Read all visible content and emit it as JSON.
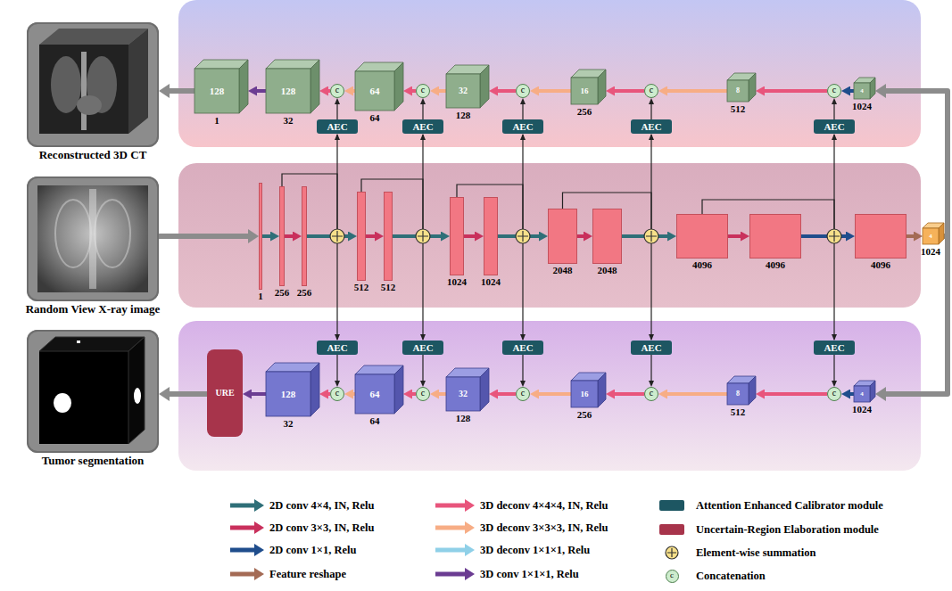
{
  "diagram": {
    "nodes": [
      {
        "text": [
          "Reconstructed 3D CT"
        ]
      },
      {
        "text": [
          "Random View X-ray image"
        ]
      },
      {
        "text": [
          "Tumor segmentation"
        ]
      },
      {
        "text": [
          "128",
          "1"
        ]
      },
      {
        "text": [
          "128",
          "32"
        ]
      },
      {
        "text": [
          "c"
        ]
      },
      {
        "text": [
          "64",
          "64"
        ]
      },
      {
        "text": [
          "c"
        ]
      },
      {
        "text": [
          "32",
          "128"
        ]
      },
      {
        "text": [
          "c"
        ]
      },
      {
        "text": [
          "16",
          "256"
        ]
      },
      {
        "text": [
          "c"
        ]
      },
      {
        "text": [
          "8",
          "512"
        ]
      },
      {
        "text": [
          "c"
        ]
      },
      {
        "text": [
          "4",
          "1024"
        ]
      },
      {
        "text": [
          "AEC"
        ]
      },
      {
        "text": [
          "AEC"
        ]
      },
      {
        "text": [
          "AEC"
        ]
      },
      {
        "text": [
          "AEC"
        ]
      },
      {
        "text": [
          "AEC"
        ]
      },
      {
        "text": [
          "1"
        ]
      },
      {
        "text": [
          "256"
        ]
      },
      {
        "text": [
          "256"
        ]
      },
      {
        "text": [
          "512"
        ]
      },
      {
        "text": [
          "512"
        ]
      },
      {
        "text": [
          "1024"
        ]
      },
      {
        "text": [
          "1024"
        ]
      },
      {
        "text": [
          "2048"
        ]
      },
      {
        "text": [
          "2048"
        ]
      },
      {
        "text": [
          "4096"
        ]
      },
      {
        "text": [
          "4096"
        ]
      },
      {
        "text": [
          "4096"
        ]
      },
      {
        "text": [
          "4",
          "1024"
        ]
      },
      {
        "text": [
          "AEC"
        ]
      },
      {
        "text": [
          "AEC"
        ]
      },
      {
        "text": [
          "AEC"
        ]
      },
      {
        "text": [
          "AEC"
        ]
      },
      {
        "text": [
          "AEC"
        ]
      },
      {
        "text": [
          "URE"
        ]
      },
      {
        "text": [
          "128",
          "32"
        ]
      },
      {
        "text": [
          "c"
        ]
      },
      {
        "text": [
          "64",
          "64"
        ]
      },
      {
        "text": [
          "c"
        ]
      },
      {
        "text": [
          "32",
          "128"
        ]
      },
      {
        "text": [
          "c"
        ]
      },
      {
        "text": [
          "16",
          "256"
        ]
      },
      {
        "text": [
          "c"
        ]
      },
      {
        "text": [
          "8",
          "512"
        ]
      },
      {
        "text": [
          "c"
        ]
      },
      {
        "text": [
          "4",
          "1024"
        ]
      }
    ],
    "edges": [
      {
        "from": 1,
        "to": 20,
        "arrow": "to"
      },
      {
        "from": 20,
        "to": 21,
        "arrow": "to"
      },
      {
        "from": 21,
        "to": 22,
        "arrow": "to"
      },
      {
        "from": 22,
        "to": 23,
        "arrow": "to"
      },
      {
        "from": 23,
        "to": 24,
        "arrow": "to"
      },
      {
        "from": 24,
        "to": 25,
        "arrow": "to"
      },
      {
        "from": 25,
        "to": 26,
        "arrow": "to"
      },
      {
        "from": 26,
        "to": 27,
        "arrow": "to"
      },
      {
        "from": 27,
        "to": 28,
        "arrow": "to"
      },
      {
        "from": 28,
        "to": 29,
        "arrow": "to"
      },
      {
        "from": 29,
        "to": 30,
        "arrow": "to"
      },
      {
        "from": 30,
        "to": 31,
        "arrow": "to"
      },
      {
        "from": 31,
        "to": 32,
        "arrow": "to"
      },
      {
        "from": 32,
        "to": 14,
        "arrow": "to"
      },
      {
        "from": 32,
        "to": 49,
        "arrow": "to"
      },
      {
        "from": 14,
        "to": 13,
        "arrow": "to"
      },
      {
        "from": 13,
        "to": 12,
        "arrow": "to"
      },
      {
        "from": 12,
        "to": 11,
        "arrow": "to"
      },
      {
        "from": 11,
        "to": 10,
        "arrow": "to"
      },
      {
        "from": 10,
        "to": 9,
        "arrow": "to"
      },
      {
        "from": 9,
        "to": 8,
        "arrow": "to"
      },
      {
        "from": 8,
        "to": 7,
        "arrow": "to"
      },
      {
        "from": 7,
        "to": 6,
        "arrow": "to"
      },
      {
        "from": 6,
        "to": 5,
        "arrow": "to"
      },
      {
        "from": 5,
        "to": 4,
        "arrow": "to"
      },
      {
        "from": 4,
        "to": 3,
        "arrow": "to"
      },
      {
        "from": 3,
        "to": 0,
        "arrow": "to"
      },
      {
        "from": 15,
        "to": 5,
        "arrow": "to"
      },
      {
        "from": 16,
        "to": 7,
        "arrow": "to"
      },
      {
        "from": 17,
        "to": 9,
        "arrow": "to"
      },
      {
        "from": 18,
        "to": 11,
        "arrow": "to"
      },
      {
        "from": 19,
        "to": 13,
        "arrow": "to"
      },
      {
        "from": 33,
        "to": 40,
        "arrow": "to"
      },
      {
        "from": 34,
        "to": 42,
        "arrow": "to"
      },
      {
        "from": 35,
        "to": 44,
        "arrow": "to"
      },
      {
        "from": 36,
        "to": 46,
        "arrow": "to"
      },
      {
        "from": 37,
        "to": 48,
        "arrow": "to"
      },
      {
        "from": 49,
        "to": 48,
        "arrow": "to"
      },
      {
        "from": 48,
        "to": 47,
        "arrow": "to"
      },
      {
        "from": 47,
        "to": 46,
        "arrow": "to"
      },
      {
        "from": 46,
        "to": 45,
        "arrow": "to"
      },
      {
        "from": 45,
        "to": 44,
        "arrow": "to"
      },
      {
        "from": 44,
        "to": 43,
        "arrow": "to"
      },
      {
        "from": 43,
        "to": 42,
        "arrow": "to"
      },
      {
        "from": 42,
        "to": 41,
        "arrow": "to"
      },
      {
        "from": 41,
        "to": 40,
        "arrow": "to"
      },
      {
        "from": 40,
        "to": 39,
        "arrow": "to"
      },
      {
        "from": 39,
        "to": 38,
        "arrow": "to"
      },
      {
        "from": 38,
        "to": 2,
        "arrow": "to"
      }
    ],
    "labels": [
      "c"
    ],
    "legend": [
      {
        "text": "2D conv 4×4, IN, Relu",
        "color": "#2f6f78"
      },
      {
        "text": "2D conv 3×3, IN, Relu",
        "color": "#c9305c"
      },
      {
        "text": "2D conv 1×1, Relu",
        "color": "#1f4d8c"
      },
      {
        "text": "Feature reshape",
        "color": "#a46b55"
      },
      {
        "text": "3D deconv 4×4×4, IN, Relu",
        "color": "#e8557c"
      },
      {
        "text": "3D deconv 3×3×3, IN, Relu",
        "color": "#f7ad85"
      },
      {
        "text": "3D deconv 1×1×1, Relu",
        "color": "#8fd0e8"
      },
      {
        "text": "3D conv 1×1×1, Relu",
        "color": "#6b3c92"
      },
      {
        "text": "Attention Enhanced Calibrator module",
        "color": "#1d5662"
      },
      {
        "text": "Uncertain-Region Elaboration module",
        "color": "#a7344b"
      },
      {
        "text": "Element-wise summation"
      },
      {
        "text": "Concatenation"
      }
    ]
  }
}
